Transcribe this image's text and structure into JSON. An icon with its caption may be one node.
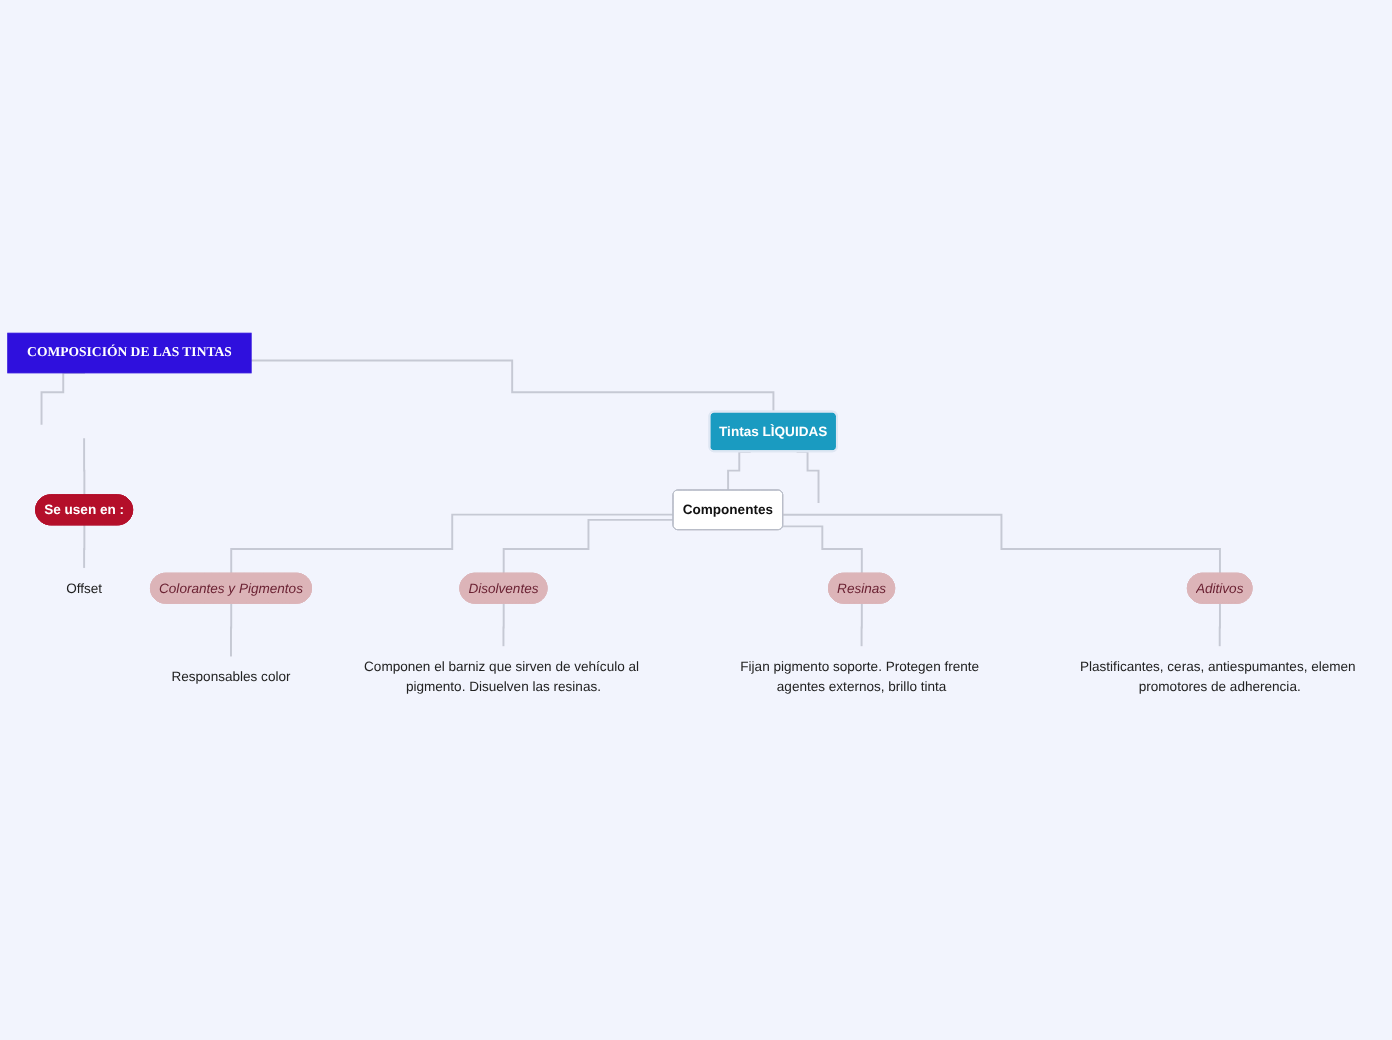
{
  "diagram": {
    "nodes": [
      {
        "text": [
          "COMPOSICIÓN DE LAS TINTAS"
        ]
      },
      {
        "text": [
          "Tintas LÌQUIDAS"
        ]
      },
      {
        "text": [
          "Se usen en :"
        ]
      },
      {
        "text": [
          "Componentes"
        ]
      },
      {
        "text": [
          "Offset"
        ]
      },
      {
        "text": [
          "Colorantes y Pigmentos"
        ]
      },
      {
        "text": [
          "Disolventes"
        ]
      },
      {
        "text": [
          "Resinas"
        ]
      },
      {
        "text": [
          "Aditivos"
        ]
      },
      {
        "text": [
          "Responsables color"
        ]
      },
      {
        "text": [
          "Componen el barniz que sirven de vehículo al pigmento. Disuelven las resinas."
        ]
      },
      {
        "text": [
          "Fijan pigmento soporte. Protegen frente agentes externos, brillo tinta"
        ]
      },
      {
        "text": [
          "Plastificantes, ceras, antiespumantes, elemen promotores de adherencia."
        ]
      }
    ],
    "edges": [
      {
        "from": 0,
        "to": null,
        "arrow": "none"
      },
      {
        "from": null,
        "to": 2,
        "arrow": "none"
      },
      {
        "from": 2,
        "to": 4,
        "arrow": "none"
      },
      {
        "from": 0,
        "to": 1,
        "arrow": "none"
      },
      {
        "from": 1,
        "to": 3,
        "arrow": "none"
      },
      {
        "from": 1,
        "to": null,
        "arrow": "none"
      },
      {
        "from": 3,
        "to": 5,
        "arrow": "none"
      },
      {
        "from": 3,
        "to": 6,
        "arrow": "none"
      },
      {
        "from": 3,
        "to": 7,
        "arrow": "none"
      },
      {
        "from": 3,
        "to": 8,
        "arrow": "none"
      },
      {
        "from": 5,
        "to": 9,
        "arrow": "none"
      },
      {
        "from": 6,
        "to": 10,
        "arrow": "none"
      },
      {
        "from": 7,
        "to": 11,
        "arrow": "none"
      },
      {
        "from": 8,
        "to": 12,
        "arrow": "none"
      }
    ]
  }
}
